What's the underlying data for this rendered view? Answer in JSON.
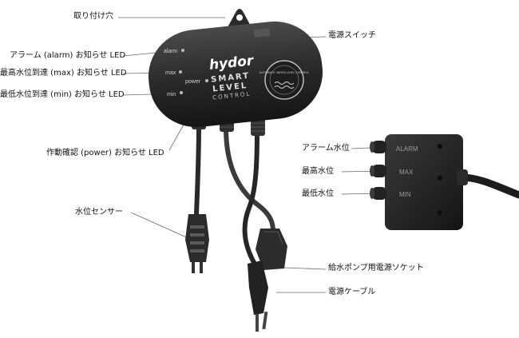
{
  "labels": {
    "mounting_hole": "取り付け穴",
    "power_switch": "電源スイッチ",
    "alarm_led": "アラーム (alarm) お知らせ LED",
    "max_led": "最高水位到達 (max) お知らせ LED",
    "min_led": "最低水位到達 (min) お知らせ LED",
    "power_led": "作動確認 (power) お知らせ LED",
    "level_sensor": "水位センサー",
    "pump_socket": "給水ポンプ用電源ソケット",
    "power_cable": "電源ケーブル",
    "alarm_level": "アラーム水位",
    "max_level": "最高水位",
    "min_level": "最低水位"
  },
  "device": {
    "brand": "hydor",
    "product_line1": "SMART",
    "product_line2": "LEVEL",
    "product_line3": "CONTROL",
    "led_alarm": "alarm",
    "led_max": "max",
    "led_power": "power",
    "led_min": "min",
    "badge_text": "AUTOMATIC WATER LEVEL CONTROL"
  },
  "sensor": {
    "alarm": "ALARM",
    "max": "MAX",
    "min": "MIN"
  }
}
